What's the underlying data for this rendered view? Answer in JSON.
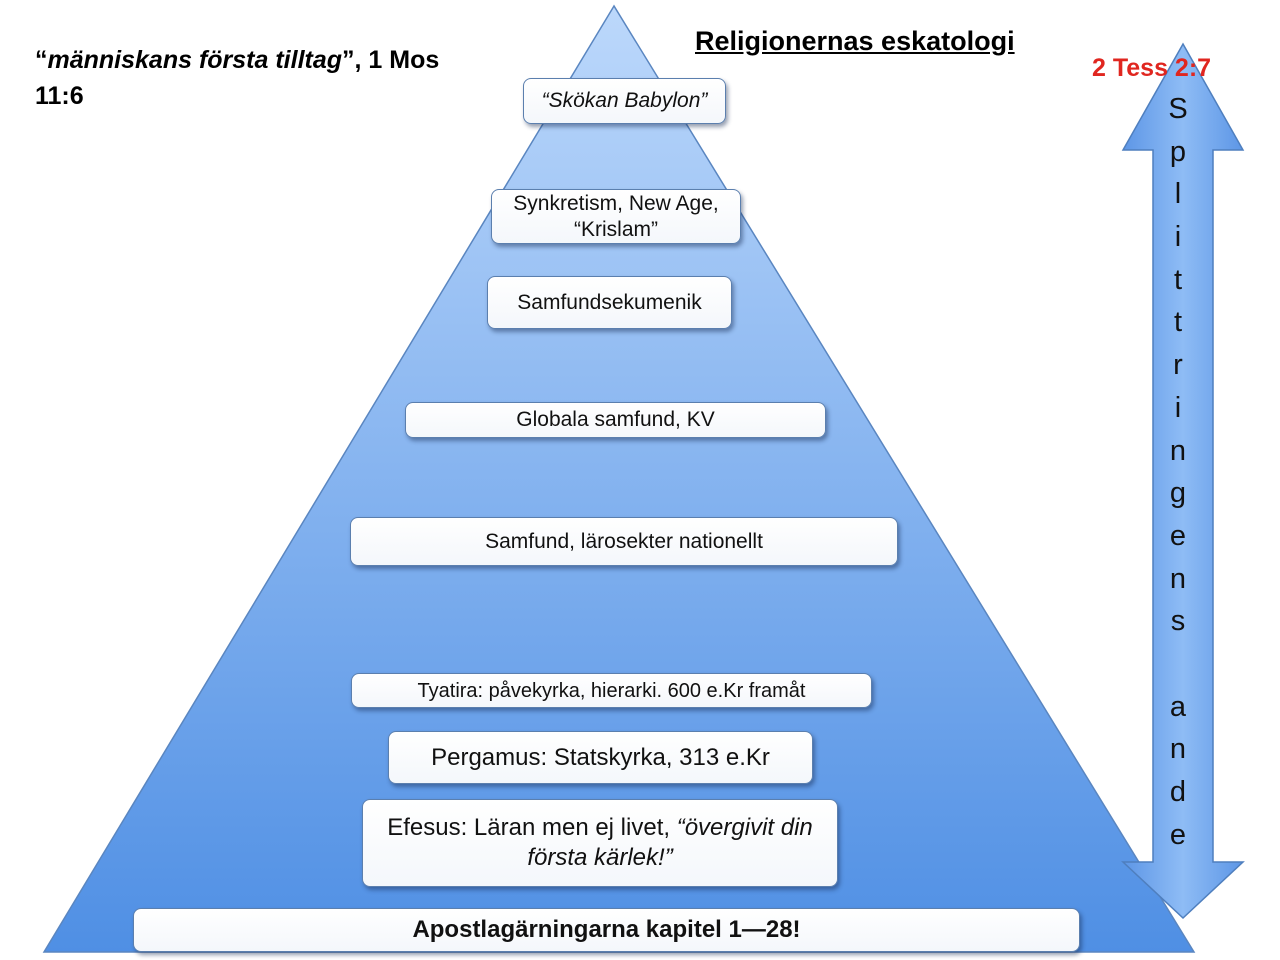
{
  "corner_title": {
    "open_quote": "“",
    "italic": "människans första tilltag",
    "rest": "”, 1 Mos 11:6"
  },
  "main_title": "Religionernas eskatologi",
  "reference": "2 Tess 2:7",
  "vertical_label": [
    "S",
    "p",
    "l",
    "i",
    "t",
    "t",
    "r",
    "i",
    "n",
    "g",
    "e",
    "n",
    "s",
    " ",
    "a",
    "n",
    "d",
    "e"
  ],
  "colors": {
    "pyramid_top": "#bcd8fb",
    "pyramid_bottom": "#4f8fe4",
    "reference": "#e0261f",
    "arrow": "#6ea4ee"
  },
  "levels": [
    {
      "id": "skokan",
      "pre": "",
      "italic": "“Skökan Babylon”",
      "post": ""
    },
    {
      "id": "synkretism",
      "pre": "Synkretism, New Age, “Krislam”",
      "italic": "",
      "post": ""
    },
    {
      "id": "samfundsekumenik",
      "pre": "Samfundsekumenik",
      "italic": "",
      "post": ""
    },
    {
      "id": "globala",
      "pre": "Globala samfund, KV",
      "italic": "",
      "post": ""
    },
    {
      "id": "samfund",
      "pre": "Samfund, lärosekter nationellt",
      "italic": "",
      "post": ""
    },
    {
      "id": "tyatira",
      "pre": "Tyatira: påvekyrka, hierarki. 600 e.Kr framåt",
      "italic": "",
      "post": ""
    },
    {
      "id": "pergamus",
      "pre": "Pergamus: Statskyrka, 313 e.Kr",
      "italic": "",
      "post": ""
    },
    {
      "id": "efesus",
      "pre": "Efesus: Läran men ej livet, ",
      "italic": "“övergivit din första kärlek!”",
      "post": ""
    },
    {
      "id": "apostla",
      "pre": "Apostlagärningarna kapitel 1—28!",
      "italic": "",
      "post": ""
    }
  ]
}
